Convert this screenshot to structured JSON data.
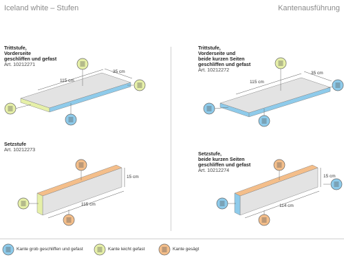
{
  "header": {
    "title": "Iceland white – Stufen",
    "right": "Kantenausführung"
  },
  "panels": [
    {
      "title_lines": [
        "Trittstufe,",
        "Vorderseite",
        "geschliffen und gefast"
      ],
      "article": "Art. 10212271",
      "dim_length": "115 cm",
      "dim_depth": "35 cm"
    },
    {
      "title_lines": [
        "Trittstufe,",
        "Vorderseite und",
        "beide kurzen Seiten",
        "geschliffen und gefast"
      ],
      "article": "Art. 10212272",
      "dim_length": "115 cm",
      "dim_depth": "35 cm"
    },
    {
      "title_lines": [
        "Setzstufe"
      ],
      "article": "Art. 10212273",
      "dim_length": "115 cm",
      "dim_height": "15 cm"
    },
    {
      "title_lines": [
        "Setzstufe,",
        "beide kurzen Seiten",
        "geschliffen und gefast"
      ],
      "article": "Art. 10212274",
      "dim_length": "114 cm",
      "dim_height": "15 cm"
    }
  ],
  "legend": [
    {
      "label": "Kante grob geschliffen und gefast",
      "color": "#8ecbeb",
      "icon": "blue-edge-icon"
    },
    {
      "label": "Kante leicht gefast",
      "color": "#e6f0a8",
      "icon": "green-edge-icon"
    },
    {
      "label": "Kante gesägt",
      "color": "#f4be8a",
      "icon": "orange-edge-icon"
    }
  ],
  "colors": {
    "slab": "#e3e3e3",
    "edge_blue": "#8ecbeb",
    "edge_green": "#e6f0a8",
    "edge_orange": "#f4be8a"
  }
}
